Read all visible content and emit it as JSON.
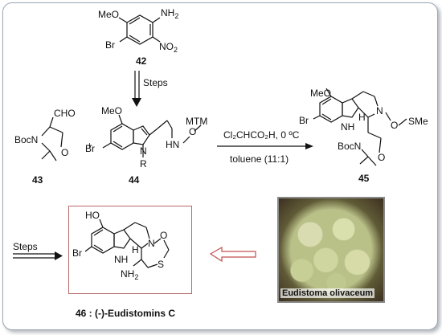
{
  "compounds": {
    "c42": {
      "number": "42",
      "meo": "MeO",
      "nh2": "NH",
      "nh2_sub": "2",
      "br": "Br",
      "no2": "NO",
      "no2_sub": "2"
    },
    "c43": {
      "number": "43",
      "cho": "CHO",
      "boc": "BocN",
      "o": "O"
    },
    "c44": {
      "number": "44",
      "meo": "MeO",
      "br": "Br",
      "n": "N",
      "r": "R",
      "hn": "HN",
      "o": "O",
      "mtm": "MTM"
    },
    "c45": {
      "number": "45",
      "meo": "MeO",
      "br": "Br",
      "h": "H",
      "nh": "NH",
      "n": "N",
      "o": "O",
      "sme": "SMe",
      "boc": "BocN",
      "o2": "O"
    },
    "c46": {
      "number": "46 : (-)-Eudistomins C",
      "ho": "HO",
      "br": "Br",
      "h": "H",
      "nh": "NH",
      "nh2": "NH",
      "nh2_sub": "2",
      "n": "N",
      "o": "O",
      "s": "S"
    }
  },
  "arrows": {
    "steps_down": "Steps",
    "reagent_top": "Cl₂CHCO₂H, 0 ºC",
    "reagent_bottom": "toluene (11:1)",
    "steps_final": "Steps",
    "plus": "+"
  },
  "photo": {
    "caption": "Eudistoma olivaceum"
  },
  "colors": {
    "frame": "#9aa7b4",
    "box": "#b86a6a",
    "open_arrow": "#c0504d"
  }
}
